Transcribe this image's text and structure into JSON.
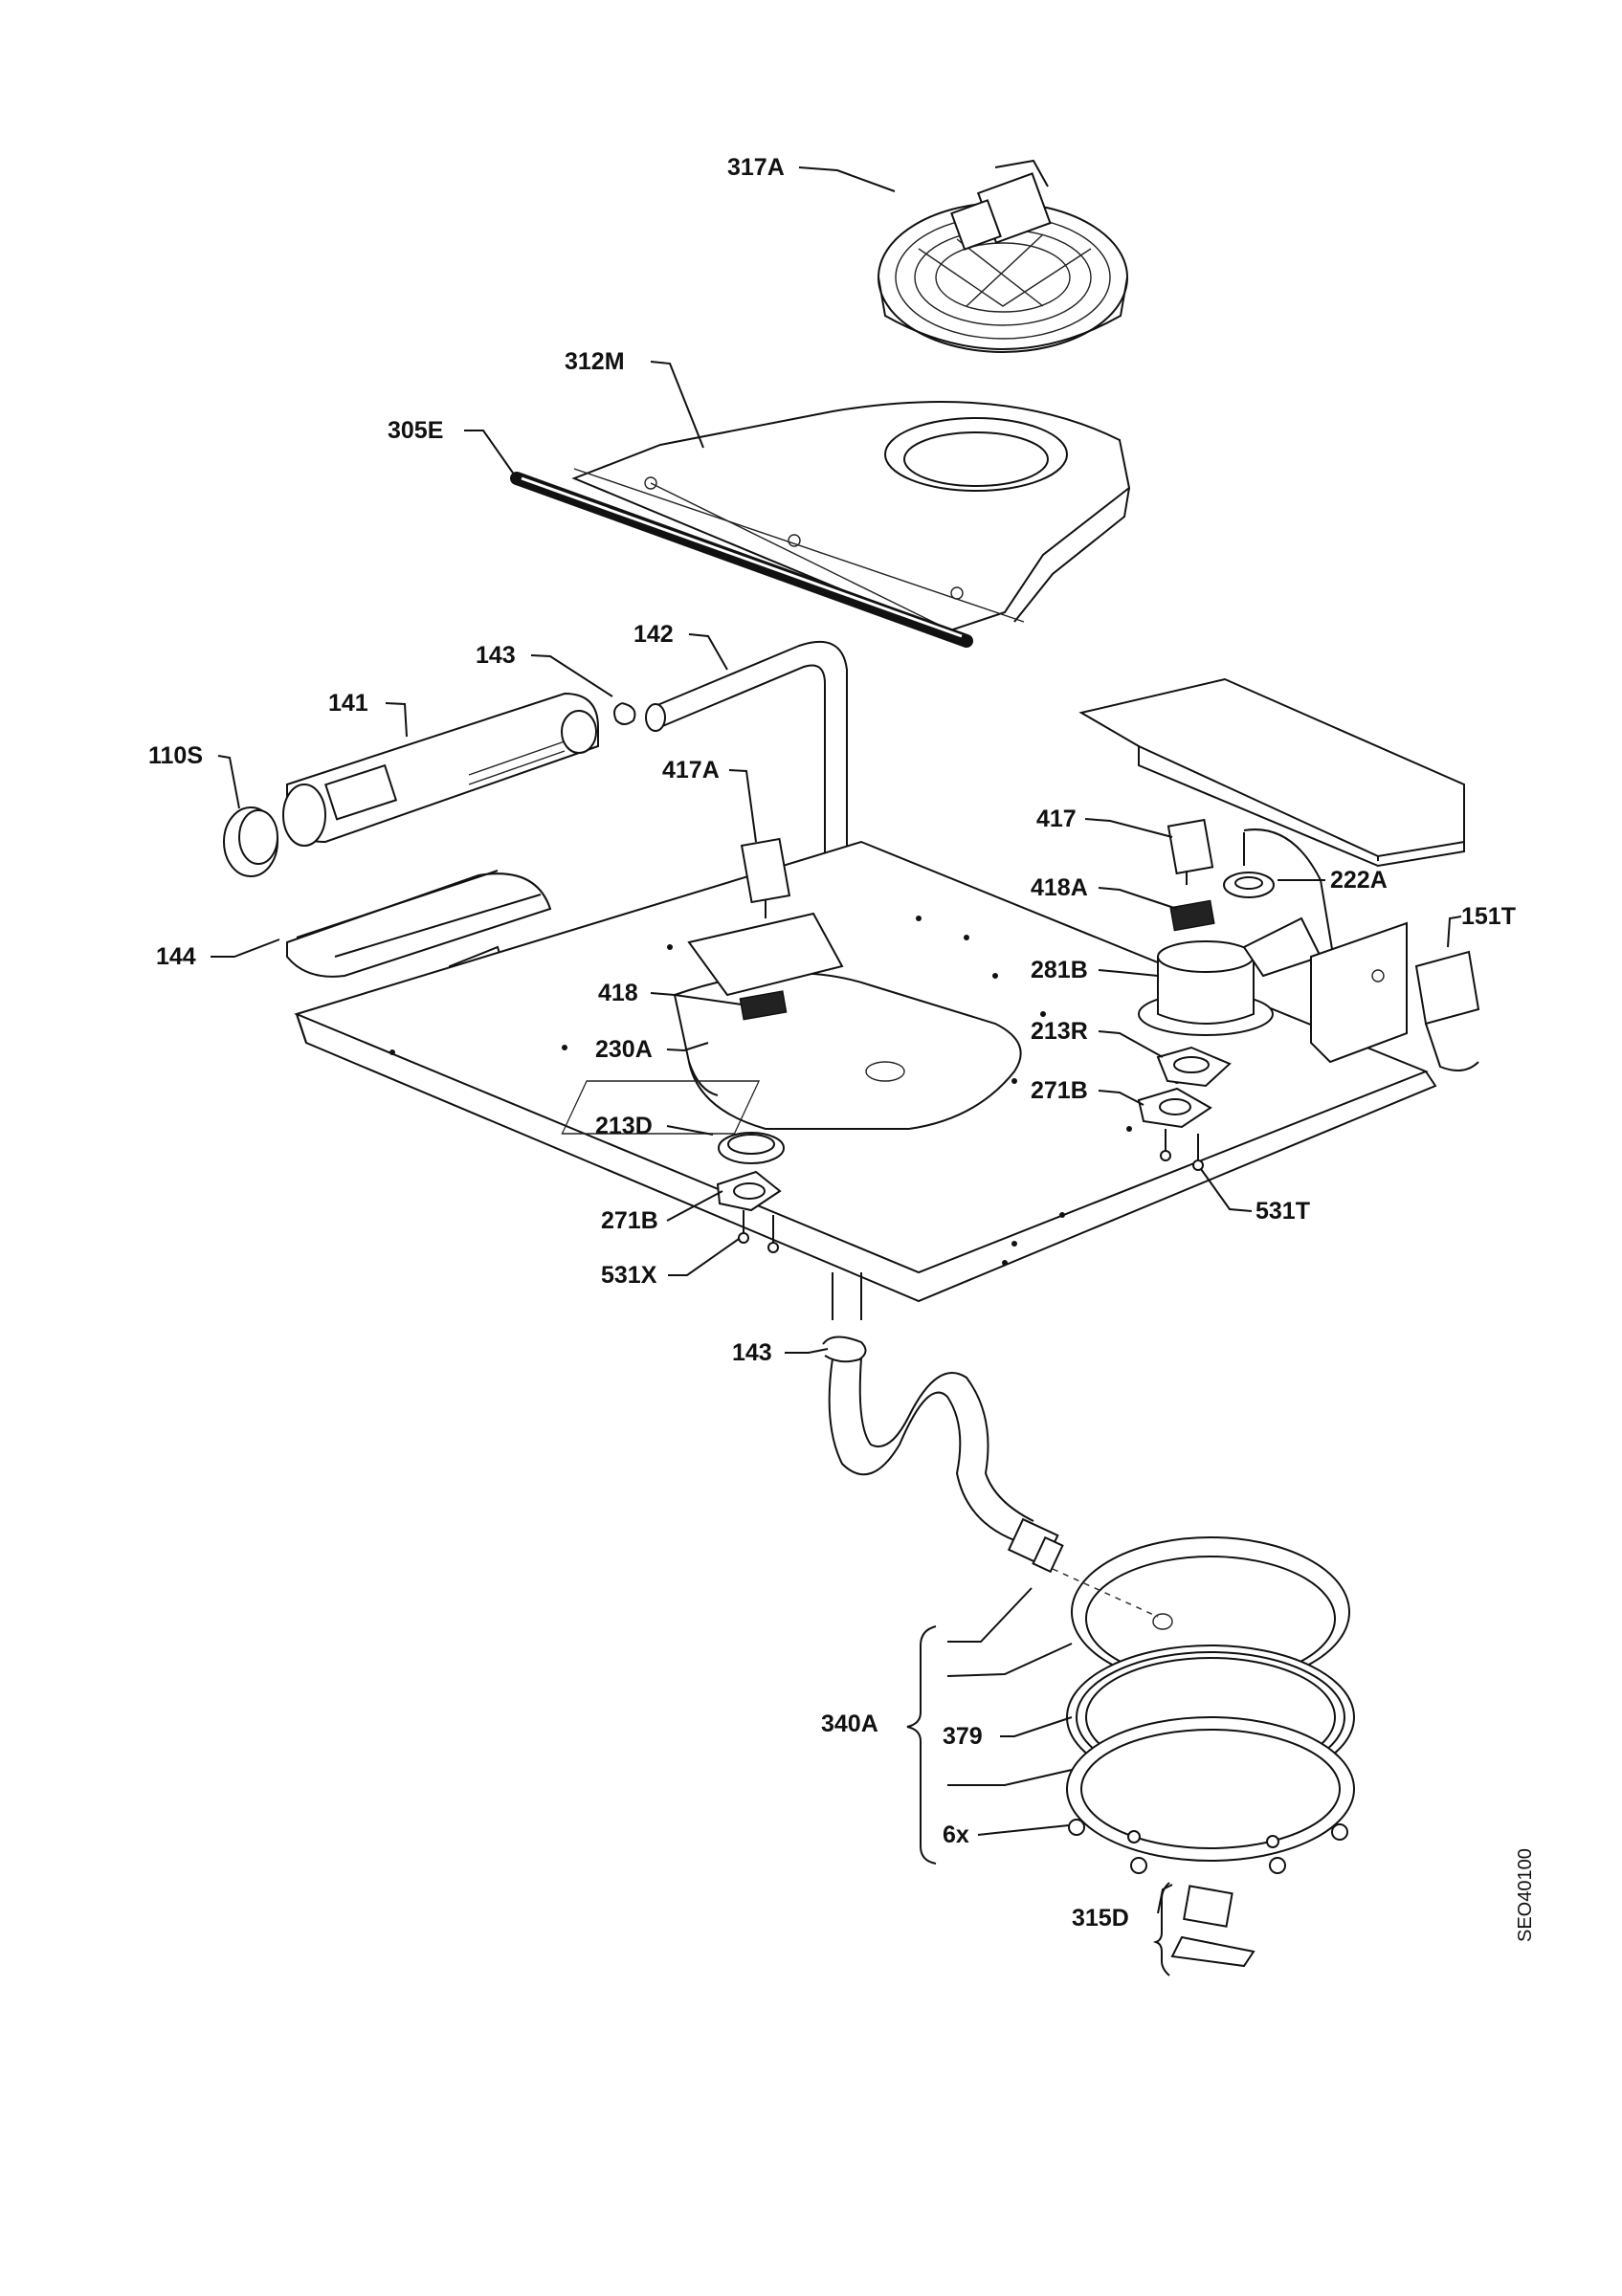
{
  "drawing_code": "SEO40100",
  "callouts": {
    "p317A": "317A",
    "p312M": "312M",
    "p305E": "305E",
    "p143_top": "143",
    "p142": "142",
    "p141": "141",
    "p110S": "110S",
    "p417A": "417A",
    "p144": "144",
    "p418": "418",
    "p230A": "230A",
    "p213D": "213D",
    "p271B_left": "271B",
    "p531X": "531X",
    "p417": "417",
    "p418A": "418A",
    "p222A": "222A",
    "p151T": "151T",
    "p281B": "281B",
    "p213R": "213R",
    "p271B_right": "271B",
    "p531T": "531T",
    "p143_bottom": "143",
    "p340A": "340A",
    "p379": "379",
    "p6x": "6x",
    "p315D": "315D"
  },
  "icons": {
    "fan_motor": "fan-motor-icon",
    "fan_cover": "fan-cover-icon",
    "door_seal": "seal-strip-icon",
    "base_plate": "base-plate-icon",
    "drain_hose": "hose-icon",
    "heating_ring": "heater-ring-icon"
  }
}
